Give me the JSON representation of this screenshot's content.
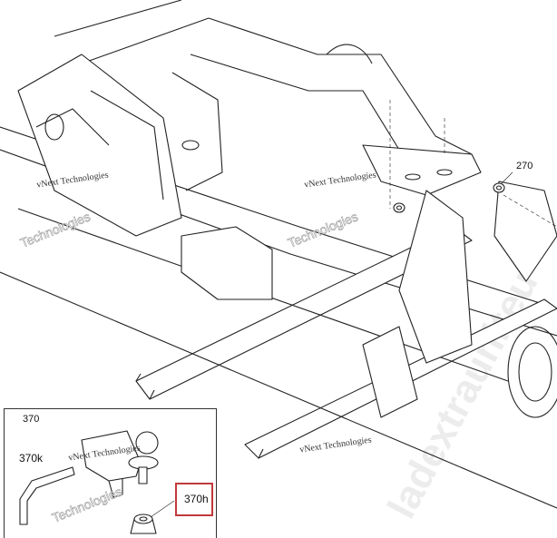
{
  "diagram": {
    "callouts": {
      "c270": "270",
      "c370": "370",
      "c370k": "370k",
      "c370h": "370h"
    },
    "highlight_color": "#c0393b",
    "watermarks": {
      "w1": "vNext Technologies",
      "w2": "vNext Technologies",
      "w3": "vNext Technologies",
      "w4": "vNext Technologies",
      "t1": "Technologies",
      "t2": "Technologies",
      "t3": "Technologies",
      "big": "ladextrauniteu"
    }
  }
}
